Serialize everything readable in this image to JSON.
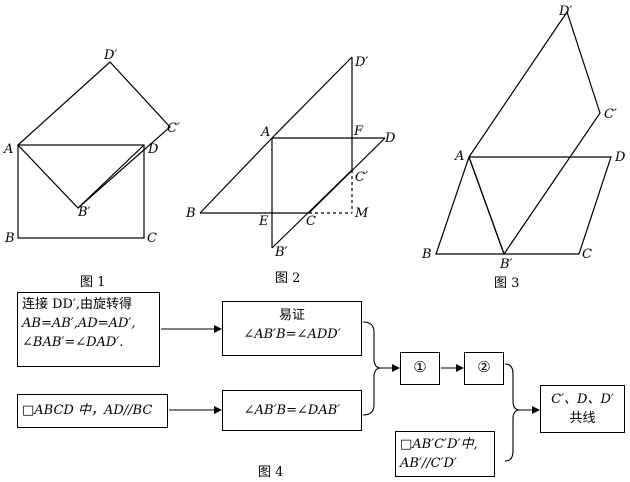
{
  "figure1": {
    "caption": "图 1",
    "labels": {
      "A": "A",
      "B": "B",
      "C": "C",
      "D": "D",
      "Bp": "B′",
      "Cp": "C′",
      "Dp": "D′"
    }
  },
  "figure2": {
    "caption": "图 2",
    "labels": {
      "A": "A",
      "B": "B",
      "C": "C",
      "D": "D",
      "E": "E",
      "F": "F",
      "M": "M",
      "Bp": "B′",
      "Cp": "C′",
      "Dp": "D′"
    }
  },
  "figure3": {
    "caption": "图 3",
    "labels": {
      "A": "A",
      "B": "B",
      "C": "C",
      "D": "D",
      "Bp": "B′",
      "Cp": "C′",
      "Dp": "D′"
    }
  },
  "figure4": {
    "caption": "图 4",
    "box1": [
      "连接 DD′,由旋转得",
      "AB=AB′,AD=AD′,",
      "∠BAB′=∠DAD′."
    ],
    "box2": [
      "易证",
      "∠AB′B=∠ADD′"
    ],
    "box3": [
      "□ABCD 中，AD//BC"
    ],
    "box4": [
      "∠AB′B=∠DAB′"
    ],
    "step1": "①",
    "step2": "②",
    "box5": [
      "□AB′C′D′中,",
      "AB′//C′D′"
    ],
    "result": [
      "C′、D、D′",
      "共线"
    ]
  }
}
